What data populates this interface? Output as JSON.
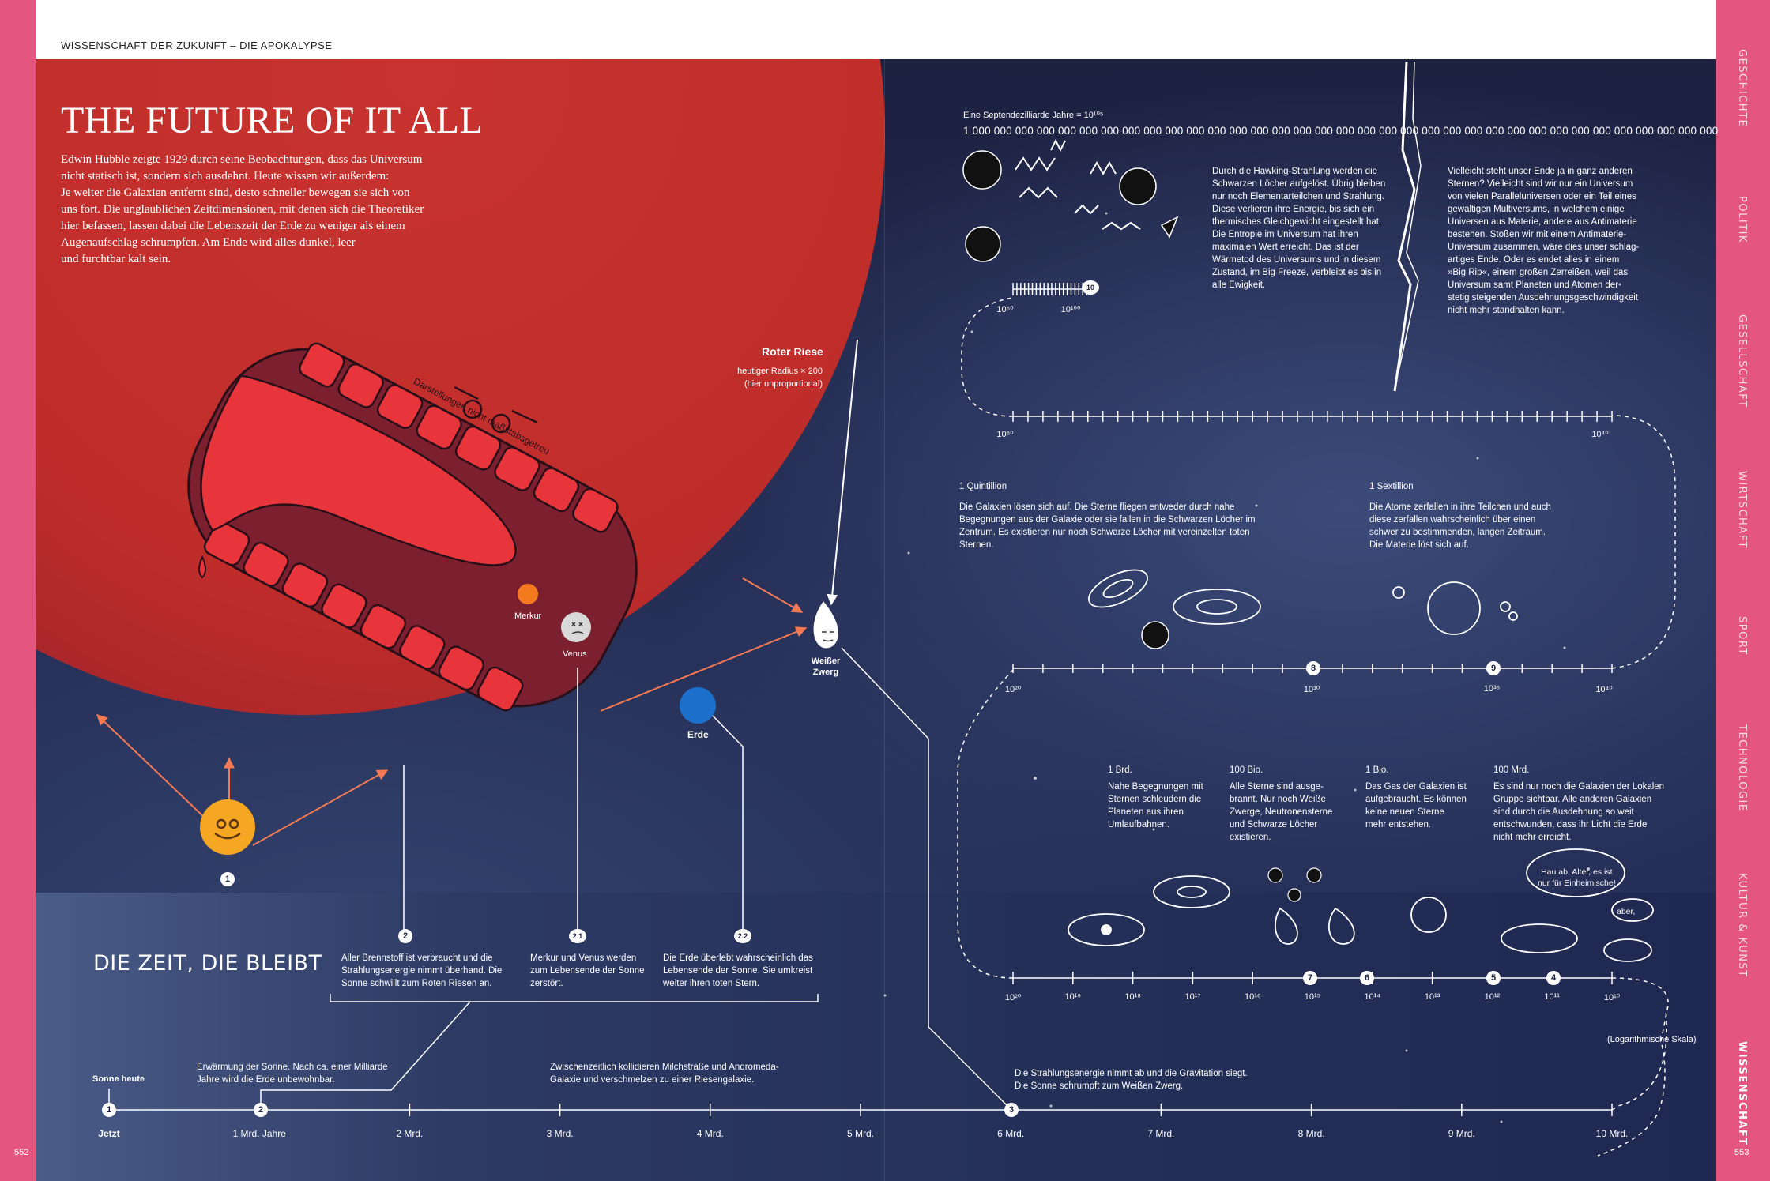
{
  "header": {
    "label": "WISSENSCHAFT DER ZUKUNFT –  DIE APOKALYPSE"
  },
  "title": "THE FUTURE OF IT ALL",
  "intro": "Edwin Hubble zeigte 1929 durch seine Beobachtungen, dass das Universum\nnicht statisch ist, sondern sich ausdehnt. Heute wissen wir außerdem:\nJe weiter die Galaxien entfernt sind, desto schneller bewegen sie sich von\nuns fort. Die unglaublichen Zeitdimensionen, mit denen sich die Theoretiker\nhier befassen, lassen dabei die Lebenszeit der Erde zu weniger als einem\nAugenaufschlag schrumpfen. Am Ende wird alles dunkel, leer\nund furchtbar kalt sein.",
  "mouth_caption": "Darstellungen nicht maßstabsgetreu",
  "red_giant": {
    "title": "Roter Riese",
    "sub": "heutiger Radius × 200\n(hier unproportional)"
  },
  "planets": {
    "merkur": "Merkur",
    "venus": "Venus",
    "erde": "Erde",
    "white_dwarf": "Weißer\nZwerg"
  },
  "section_heading": "DIE ZEIT, DIE BLEIBT",
  "sun_today": "Sonne heute",
  "bottom_axis": {
    "ticks": [
      "Jetzt",
      "1 Mrd. Jahre",
      "2 Mrd.",
      "3 Mrd.",
      "4 Mrd.",
      "5 Mrd.",
      "6 Mrd.",
      "7 Mrd.",
      "8 Mrd.",
      "9 Mrd.",
      "10 Mrd."
    ],
    "scale_note": "(Logarithmische Skala)"
  },
  "events": {
    "e2": "Aller Brennstoff ist verbraucht und die\nStrahlungsenergie nimmt überhand. Die\nSonne schwillt zum Roten Riesen an.",
    "e21": "Merkur und Venus werden\nzum Lebensende der Sonne\nzerstört.",
    "e22": "Die Erde überlebt wahrscheinlich das\nLebensende der Sonne. Sie umkreist\nweiter ihren toten Stern.",
    "warm": "Erwärmung der Sonne. Nach ca. einer Milliarde\nJahre wird die Erde unbewohnbar.",
    "collide": "Zwischenzeitlich kollidieren Milchstraße und Andromeda-\nGalaxie und verschmelzen zu einer Riesengalaxie.",
    "e3": "Die Strahlungsenergie nimmt ab und die Gravitation siegt.\nDie Sonne schrumpft zum Weißen Zwerg."
  },
  "markers": [
    "1",
    "2",
    "2.1",
    "2.2",
    "3",
    "4",
    "5",
    "6",
    "7",
    "8",
    "9",
    "10"
  ],
  "row3": {
    "ticks": [
      "10²⁰",
      "10¹⁹",
      "10¹⁸",
      "10¹⁷",
      "10¹⁶",
      "10¹⁵",
      "10¹⁴",
      "10¹³",
      "10¹²",
      "10¹¹",
      "10¹⁰"
    ],
    "c1": {
      "head": "1 Brd.",
      "body": "Nahe Begegnungen mit\nSternen schleudern die\nPlaneten aus ihren\nUmlaufbahnen."
    },
    "c2": {
      "head": "100 Bio.",
      "body": "Alle Sterne sind ausge-\nbrannt. Nur noch Weiße\nZwerge, Neutronensterne\nund Schwarze Löcher\nexistieren."
    },
    "c3": {
      "head": "1 Bio.",
      "body": "Das Gas der Galaxien ist\naufgebraucht. Es können\nkeine neuen Sterne\nmehr entstehen."
    },
    "c4": {
      "head": "100 Mrd.",
      "body": "Es sind nur noch die Galaxien der Lokalen\nGruppe sichtbar. Alle anderen Galaxien\nsind durch die Ausdehnung so weit\nentschwunden, dass ihr Licht die Erde\nnicht mehr erreicht."
    },
    "bubble1": "Hau ab, Alter, es ist\nnur für Einheimische!",
    "bubble2": "aber,"
  },
  "row2": {
    "ticks": [
      "10²⁰",
      "10³⁰",
      "10³⁶",
      "10⁴⁰"
    ],
    "c1": {
      "head": "1 Quintillion",
      "body": "Die Galaxien lösen sich auf. Die Sterne fliegen entweder durch nahe\nBegegnungen aus der Galaxie oder sie fallen in die Schwarzen Löcher im\nZentrum. Es existieren nur noch Schwarze Löcher mit vereinzelten toten\nSternen."
    },
    "c2": {
      "head": "1 Sextillion",
      "body": "Die Atome zerfallen in ihre Teilchen und auch\ndiese zerfallen wahrscheinlich über einen\nschwer zu bestimmenden, langen Zeitraum.\nDie Materie löst sich auf."
    }
  },
  "row1": {
    "ticks": [
      "10⁶⁰",
      "10⁴⁰"
    ],
    "top_ticks": [
      "10⁶⁰",
      "10¹⁰⁰"
    ]
  },
  "top": {
    "header": "Eine Septendezilliarde Jahre = 10¹⁰⁵",
    "zeros": "1 000 000 000 000 000 000 000 000 000 000 000 000 000 000 000 000 000 000 000 000 000 000 000 000 000 000 000 000 000 000 000 000 000 000 000",
    "hawking": "Durch die Hawking-Strahlung werden die\nSchwarzen Löcher aufgelöst. Übrig bleiben\nnur noch Elementarteilchen und Strahlung.\nDiese verlieren ihre Energie, bis sich ein\nthermisches Gleichgewicht eingestellt hat.\nDie Entropie im Universum hat ihren\nmaximalen Wert erreicht. Das ist der\nWärmetod des Universums und in diesem\nZustand, im Big Freeze, verbleibt es bis in\nalle Ewigkeit.",
    "multiverse": "Vielleicht steht unser Ende ja in ganz anderen\nSternen? Vielleicht sind wir nur ein Universum\nvon vielen Paralleluniversen oder ein Teil eines\ngewaltigen Multiversums, in welchem einige\nUniversen aus Materie, andere aus Antimaterie\nbestehen. Stoßen wir mit einem Antimaterie-\nUniversum zusammen, wäre dies unser schlag-\nartiges Ende. Oder es endet alles in einem\n»Big Rip«, einem großen Zerreißen, weil das\nUniversum samt Planeten und Atomen der\nstetig steigenden Ausdehnungsgeschwindigkeit\nnicht mehr standhalten kann."
  },
  "nav": [
    "GESCHICHTE",
    "POLITIK",
    "GESELLSCHAFT",
    "WIRTSCHAFT",
    "SPORT",
    "TECHNOLOGIE",
    "KULTUR & KUNST",
    "WISSENSCHAFT"
  ],
  "page_numbers": {
    "left": "552",
    "right": "553"
  },
  "colors": {
    "accent": "#e4567f",
    "red": "#c0302d",
    "night": "#1f2850",
    "sun": "#f5a623"
  }
}
